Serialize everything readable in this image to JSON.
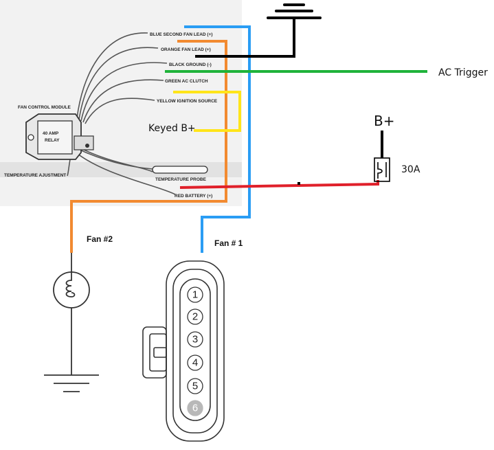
{
  "module": {
    "title": "FAN CONTROL MODULE",
    "relay_label_line1": "40 AMP",
    "relay_label_line2": "RELAY",
    "temp_adjust_label": "TEMPERATURE AJUSTMENT",
    "temp_probe_label": "TEMPERATURE PROBE"
  },
  "leads": [
    {
      "label": "BLUE SECOND FAN LEAD (+)",
      "color": "#2a9df4"
    },
    {
      "label": "ORANGE FAN LEAD (+)",
      "color": "#f28a30"
    },
    {
      "label": "BLACK GROUND (-)",
      "color": "#000000"
    },
    {
      "label": "GREEN AC CLUTCH",
      "color": "#1fb33a"
    },
    {
      "label": "YELLOW IGNITION SOURCE",
      "color": "#ffe51a"
    },
    {
      "label": "RED BATTERY (+)",
      "color": "#e0202a"
    }
  ],
  "annotations": {
    "ac_trigger": "AC Trigger",
    "keyed_b_plus": "Keyed B+",
    "b_plus": "B+",
    "fuse": "30A",
    "fan2": "Fan #2",
    "fan1": "Fan # 1"
  },
  "connector": {
    "pins": [
      "1",
      "2",
      "3",
      "4",
      "5",
      "6"
    ]
  },
  "colors": {
    "blue": "#2a9df4",
    "orange": "#f28a30",
    "black": "#000000",
    "green": "#1fb33a",
    "yellow": "#ffe51a",
    "red": "#e0202a"
  }
}
